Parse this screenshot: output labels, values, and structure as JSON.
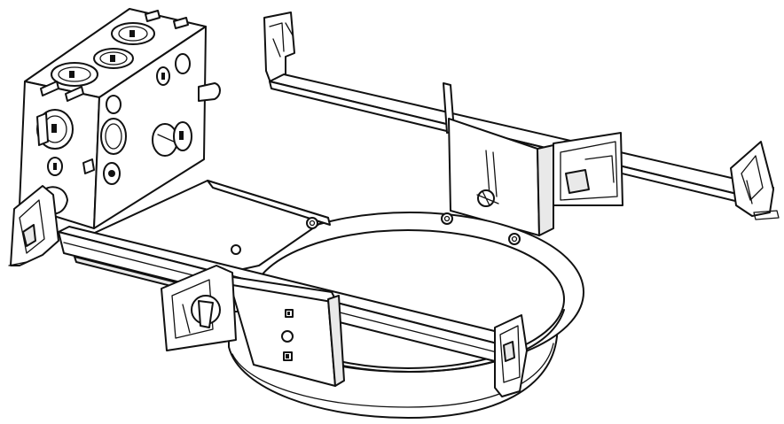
{
  "drawing": {
    "subject": "recessed-light-housing-line-drawing",
    "line_color": "#111111",
    "background_color": "#ffffff",
    "parts": [
      {
        "name": "junction-box"
      },
      {
        "name": "mounting-plate"
      },
      {
        "name": "aperture-ring"
      },
      {
        "name": "front-hanger-bar"
      },
      {
        "name": "rear-hanger-bar"
      },
      {
        "name": "socket-bracket"
      }
    ]
  }
}
